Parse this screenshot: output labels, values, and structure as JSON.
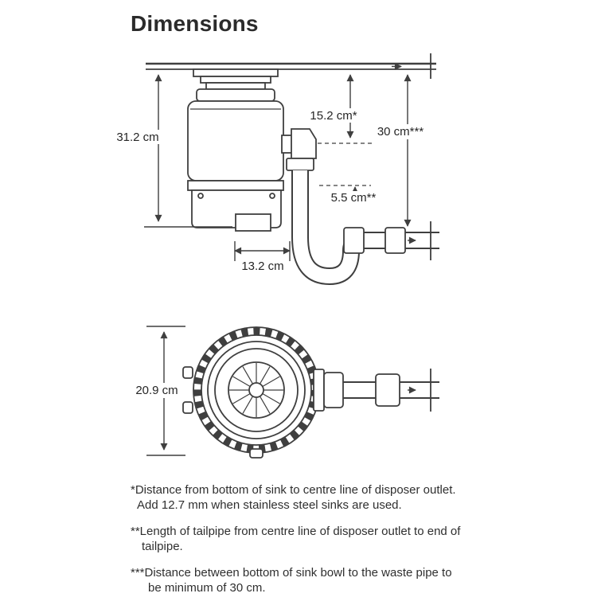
{
  "page": {
    "title": "Dimensions",
    "background": "#ffffff",
    "line_color": "#3f3f3f",
    "text_color": "#2f2f2f"
  },
  "side_view": {
    "dimensions": {
      "overall_height": "31.2 cm",
      "sink_to_outlet_centre": "15.2 cm*",
      "sink_to_waste_pipe": "30 cm***",
      "tailpipe_length": "5.5 cm**",
      "body_width": "13.2 cm"
    }
  },
  "top_view": {
    "dimensions": {
      "diameter": "20.9 cm"
    }
  },
  "footnotes": [
    {
      "line1": "*Distance from bottom of sink to centre line of disposer outlet.",
      "line2": "Add 12.7 mm when stainless steel sinks are used."
    },
    {
      "line1": "**Length of tailpipe from centre line of disposer outlet to end of",
      "line2": "tailpipe."
    },
    {
      "line1": "***Distance between bottom of sink bowl to the waste pipe to",
      "line2": "be minimum of 30 cm."
    }
  ]
}
